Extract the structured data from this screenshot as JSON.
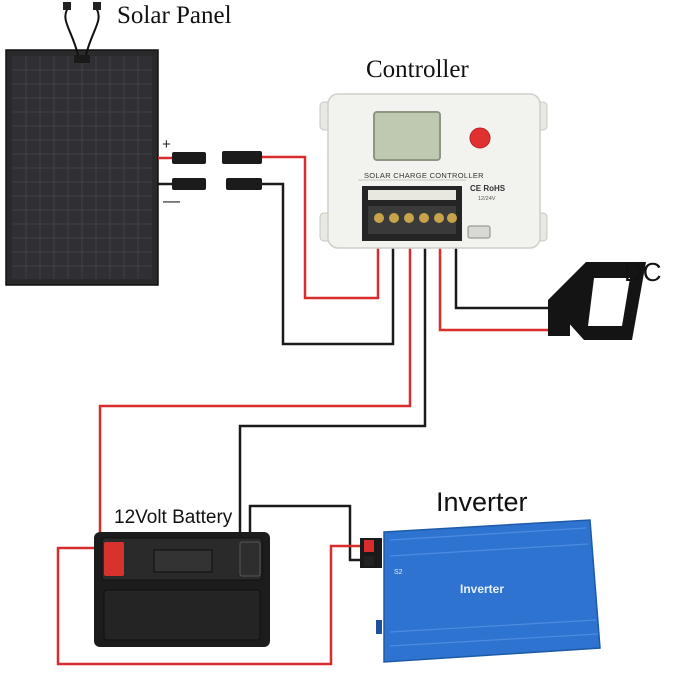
{
  "labels": {
    "solar_panel": "Solar Panel",
    "controller": "Controller",
    "dc": "DC",
    "battery": "12Volt Battery",
    "inverter": "Inverter"
  },
  "panel_polarity": {
    "positive": "+",
    "negative": "—"
  },
  "controller_face": {
    "title": "SOLAR CHARGE CONTROLLER",
    "certification": "CE RoHS",
    "voltage": "12/24V"
  },
  "inverter_face": {
    "brand": "Inverter",
    "mark": "S2"
  },
  "colors": {
    "positive_wire": "#d92d2d",
    "negative_wire": "#1a1a1a",
    "panel": "#2a2a2c",
    "controller_body": "#f2f2ee",
    "inverter_body": "#2f73d0",
    "battery_body": "#1c1c1c",
    "battery_positive": "#d8322e",
    "controller_button": "#e03030"
  }
}
